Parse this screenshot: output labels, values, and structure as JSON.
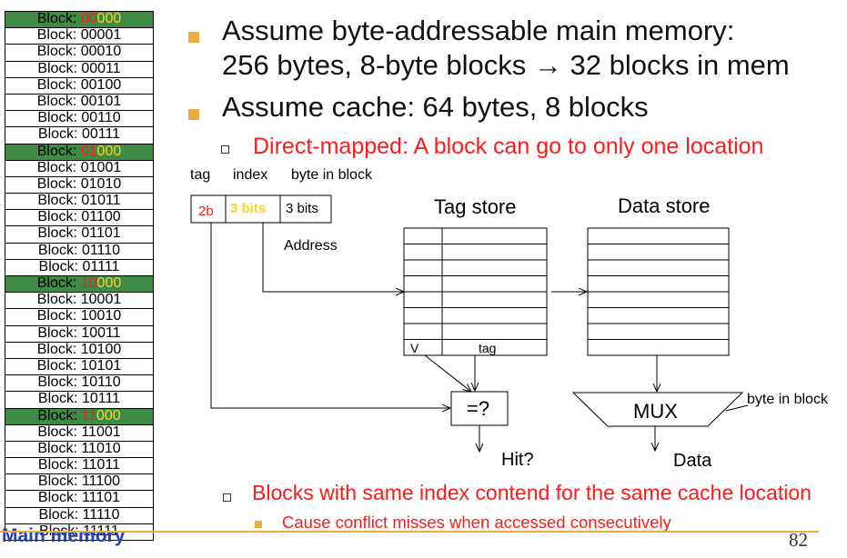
{
  "memory": {
    "title": "Main memory",
    "block_prefix": "Block: ",
    "blocks": [
      {
        "pre": "",
        "p1": "00",
        "p2": "000",
        "rest": "",
        "highlight": true
      },
      {
        "pre": "00001",
        "p1": "",
        "p2": "",
        "rest": "",
        "highlight": false
      },
      {
        "pre": "00010",
        "p1": "",
        "p2": "",
        "rest": "",
        "highlight": false
      },
      {
        "pre": "00011",
        "p1": "",
        "p2": "",
        "rest": "",
        "highlight": false
      },
      {
        "pre": "00100",
        "p1": "",
        "p2": "",
        "rest": "",
        "highlight": false
      },
      {
        "pre": "00101",
        "p1": "",
        "p2": "",
        "rest": "",
        "highlight": false
      },
      {
        "pre": "00110",
        "p1": "",
        "p2": "",
        "rest": "",
        "highlight": false
      },
      {
        "pre": "00111",
        "p1": "",
        "p2": "",
        "rest": "",
        "highlight": false
      },
      {
        "pre": "",
        "p1": "01",
        "p2": "000",
        "rest": "",
        "highlight": true
      },
      {
        "pre": "01001",
        "p1": "",
        "p2": "",
        "rest": "",
        "highlight": false
      },
      {
        "pre": "01010",
        "p1": "",
        "p2": "",
        "rest": "",
        "highlight": false
      },
      {
        "pre": "01011",
        "p1": "",
        "p2": "",
        "rest": "",
        "highlight": false
      },
      {
        "pre": "01100",
        "p1": "",
        "p2": "",
        "rest": "",
        "highlight": false
      },
      {
        "pre": "01101",
        "p1": "",
        "p2": "",
        "rest": "",
        "highlight": false
      },
      {
        "pre": "01110",
        "p1": "",
        "p2": "",
        "rest": "",
        "highlight": false
      },
      {
        "pre": "01111",
        "p1": "",
        "p2": "",
        "rest": "",
        "highlight": false
      },
      {
        "pre": "",
        "p1": "10",
        "p2": "000",
        "rest": "",
        "highlight": true
      },
      {
        "pre": "10001",
        "p1": "",
        "p2": "",
        "rest": "",
        "highlight": false
      },
      {
        "pre": "10010",
        "p1": "",
        "p2": "",
        "rest": "",
        "highlight": false
      },
      {
        "pre": "10011",
        "p1": "",
        "p2": "",
        "rest": "",
        "highlight": false
      },
      {
        "pre": "10100",
        "p1": "",
        "p2": "",
        "rest": "",
        "highlight": false
      },
      {
        "pre": "10101",
        "p1": "",
        "p2": "",
        "rest": "",
        "highlight": false
      },
      {
        "pre": "10110",
        "p1": "",
        "p2": "",
        "rest": "",
        "highlight": false
      },
      {
        "pre": "10111",
        "p1": "",
        "p2": "",
        "rest": "",
        "highlight": false
      },
      {
        "pre": "",
        "p1": "11",
        "p2": "000",
        "rest": "",
        "highlight": true
      },
      {
        "pre": "11001",
        "p1": "",
        "p2": "",
        "rest": "",
        "highlight": false
      },
      {
        "pre": "11010",
        "p1": "",
        "p2": "",
        "rest": "",
        "highlight": false
      },
      {
        "pre": "11011",
        "p1": "",
        "p2": "",
        "rest": "",
        "highlight": false
      },
      {
        "pre": "11100",
        "p1": "",
        "p2": "",
        "rest": "",
        "highlight": false
      },
      {
        "pre": "11101",
        "p1": "",
        "p2": "",
        "rest": "",
        "highlight": false
      },
      {
        "pre": "11110",
        "p1": "",
        "p2": "",
        "rest": "",
        "highlight": false
      },
      {
        "pre": "11111",
        "p1": "",
        "p2": "",
        "rest": "",
        "highlight": false
      }
    ]
  },
  "bullets": {
    "b1_line1": "Assume byte-addressable main memory:",
    "b1_line2": "256 bytes, 8-byte blocks → 32 blocks in mem",
    "b2": "Assume cache: 64 bytes, 8 blocks",
    "b2_sub": "Direct-mapped: A block can go to only one location",
    "b3": "Blocks with same index contend for the same cache location",
    "b3_sub": "Cause conflict misses when accessed consecutively"
  },
  "diagram": {
    "hdr_tag": "tag",
    "hdr_index": "index",
    "hdr_byte": "byte in block",
    "field_tag": "2b",
    "field_index": "3 bits",
    "field_byte": "3 bits",
    "address_label": "Address",
    "tag_store_label": "Tag store",
    "data_store_label": "Data store",
    "v_label": "V",
    "tag_col_label": "tag",
    "compare_label": "=?",
    "mux_label": "MUX",
    "byte_in_block_label": "byte in block",
    "hit_label": "Hit?",
    "data_label": "Data"
  },
  "page_number": "82",
  "colors": {
    "highlight_bg": "#3f8a45",
    "red": "#ff1a1a",
    "yellow": "#ffd21f",
    "bullet": "#e8ad3c",
    "title_blue": "#1f3fbf"
  }
}
